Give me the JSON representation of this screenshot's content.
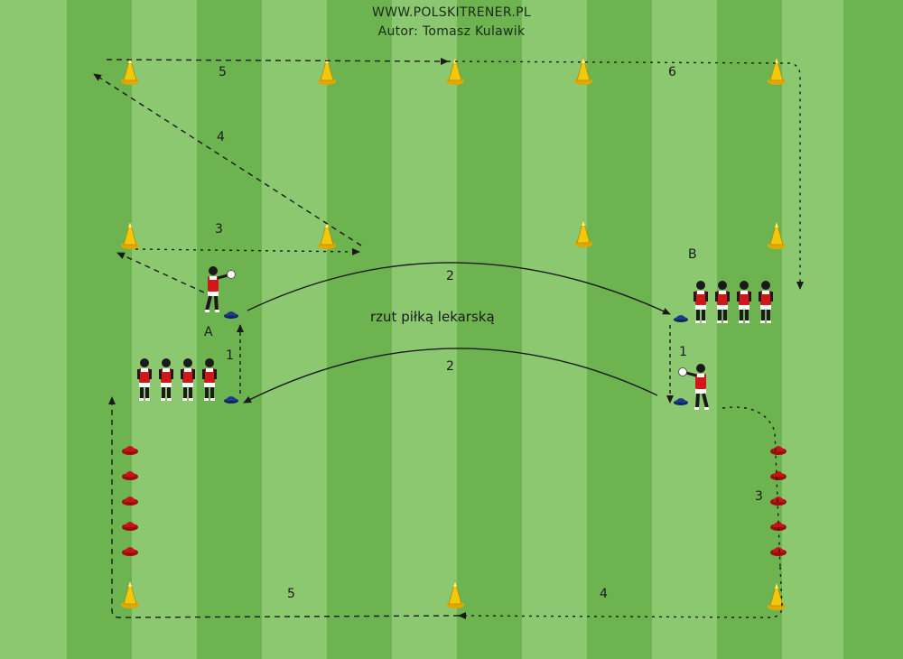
{
  "header": {
    "site": "WWW.POLSKITRENER.PL",
    "author": "Autor: Tomasz Kulawik"
  },
  "groups": {
    "a": "A",
    "b": "B"
  },
  "caption": "rzut piłką lekarską",
  "labels": {
    "top_5": "5",
    "top_6": "6",
    "diag_4": "4",
    "mid_3": "3",
    "pass_top_2": "2",
    "pass_bottom_2": "2",
    "run_a_1": "1",
    "run_b_1": "1",
    "right_3": "3",
    "bottom_5": "5",
    "bottom_4": "4"
  },
  "colors": {
    "pitch_dark": "#6db34f",
    "pitch_light": "#8cc870",
    "cone_yellow": "#f2c80a",
    "cone_red": "#c81414",
    "marker_blue": "#1f3a8a",
    "player_red": "#d01818",
    "line": "#1a1a1a"
  }
}
